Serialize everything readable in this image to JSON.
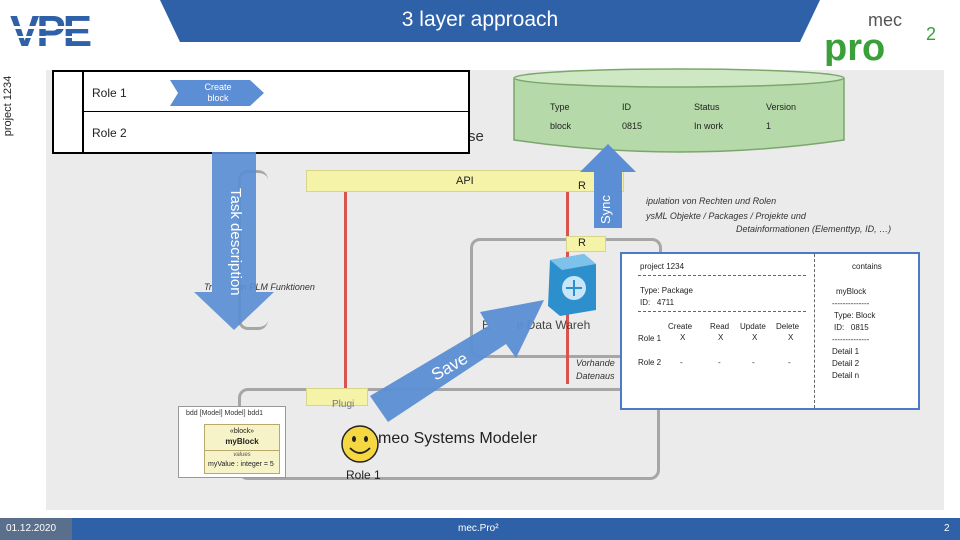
{
  "header": {
    "title": "3 layer approach",
    "left_logo_text": "VPE",
    "right_logo_text_top": "mec",
    "right_logo_text_bottom": "pro",
    "right_logo_superscript": "2"
  },
  "role_table": {
    "project_label": "project 1234",
    "roles": [
      "Role 1",
      "Role 2"
    ],
    "create_block_label": "Create block"
  },
  "database": {
    "headers": [
      "Type",
      "ID",
      "Status",
      "Version"
    ],
    "row": [
      "block",
      "0815",
      "In work",
      "1"
    ],
    "partial_label": "se"
  },
  "layers": {
    "api_label": "API",
    "plugin_label": "Plugi",
    "r_label_1": "R",
    "r_label_2": "R",
    "warehouse_label": "E        e Data Wareh",
    "tool_label": "meo Systems Modeler"
  },
  "notes": {
    "rights_line1": "ipulation von Rechten und Rolen",
    "rights_line2": "ysML Objekte / Packages / Projekte und",
    "rights_line3": "Detainformationen (Elementtyp, ID, …)",
    "plm_note": "Tr          on PLM Funktionen",
    "existing_line1": "Vorhande",
    "existing_line2": "Datenaus"
  },
  "arrows": {
    "task_description": "Task description",
    "sync": "Sync",
    "save": "Save"
  },
  "info_card": {
    "project": "project 1234",
    "contains": "contains",
    "package_type": "Type: Package",
    "package_id": "ID:   4711",
    "perm_headers": [
      "Create",
      "Read",
      "Update",
      "Delete"
    ],
    "perm_rows": [
      {
        "role": "Role 1",
        "values": [
          "X",
          "X",
          "X",
          "X"
        ]
      },
      {
        "role": "Role 2",
        "values": [
          "-",
          "-",
          "-",
          "-"
        ]
      }
    ],
    "block_name": "myBlock",
    "block_sep1": "--------------",
    "block_type": "Type: Block",
    "block_id": "ID:   0815",
    "block_sep2": "--------------",
    "details": [
      "Detail 1",
      "Detail 2",
      "Detail n"
    ]
  },
  "bdd": {
    "header": "bdd [Model] Model] bdd1",
    "stereotype": "«block»",
    "block_name": "myBlock",
    "compartment": "values",
    "value": "myValue : integer = 5"
  },
  "user": {
    "role": "Role 1"
  },
  "footer": {
    "date": "01.12.2020",
    "center": "mec.Pro²",
    "page": "2"
  },
  "colors": {
    "header_banner": "#2f61a8",
    "footer": "#2f61a8",
    "db_fill": "#b5d9a8",
    "api_bar": "#f4f3a8",
    "arrow_fill": "#5b8ed4",
    "red_line": "#d9534f",
    "card_border": "#4a7cc6"
  }
}
